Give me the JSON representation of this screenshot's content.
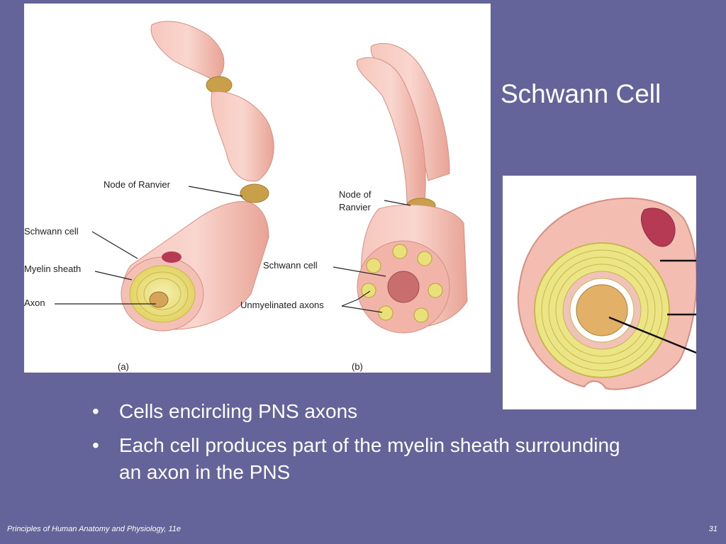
{
  "slide": {
    "title": "Schwann Cell",
    "bullets": [
      "Cells encircling PNS axons",
      "Each cell produces part of the myelin sheath surrounding an axon in the PNS"
    ],
    "footer_left": "Principles of Human Anatomy and Physiology, 11e",
    "page_number": "31"
  },
  "figure": {
    "panel_a": {
      "caption": "(a)",
      "labels": {
        "node": "Node of Ranvier",
        "schwann": "Schwann cell",
        "myelin": "Myelin sheath",
        "axon": "Axon"
      }
    },
    "panel_b": {
      "caption": "(b)",
      "labels": {
        "node_line1": "Node of",
        "node_line2": "Ranvier",
        "schwann": "Schwann cell",
        "unmyelinated": "Unmyelinated axons"
      }
    }
  },
  "colors": {
    "background": "#64639a",
    "sheath_pink": "#f2b4a8",
    "myelin_yellow": "#e9e07a",
    "node_gold": "#c9a04a",
    "nucleus": "#b73a55"
  }
}
